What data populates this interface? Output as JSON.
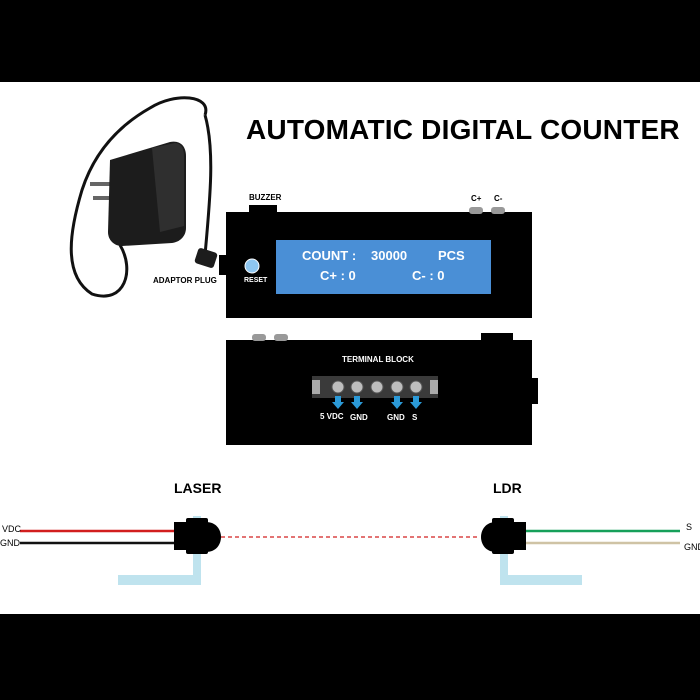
{
  "title": "AUTOMATIC DIGITAL COUNTER",
  "labels": {
    "buzzer": "BUZZER",
    "c_plus_port": "C+",
    "c_minus_port": "C-",
    "adaptor_plug": "ADAPTOR PLUG",
    "reset": "RESET",
    "terminal_block": "TERMINAL BLOCK"
  },
  "display": {
    "count_label": "COUNT :",
    "count_value": "30000",
    "unit": "PCS",
    "c_plus": "C+ : 0",
    "c_minus": "C- : 0"
  },
  "terminals": [
    "5 VDC",
    "GND",
    "GND",
    "S"
  ],
  "sensors": {
    "laser": {
      "name": "LASER",
      "wires": [
        "VDC",
        "GND"
      ]
    },
    "ldr": {
      "name": "LDR",
      "wires": [
        "S",
        "GND"
      ]
    }
  },
  "colors": {
    "lcd": "#4a8fd6",
    "reset_button": "#8ec6f0",
    "terminal_arrow": "#2b9ad8",
    "mount": "#bfe3ee",
    "laser_wire_top": "#d21e1e",
    "ldr_wire_top": "#16a05a",
    "ldr_wire_bottom": "#cfc3a5",
    "beam": "#d22020"
  }
}
